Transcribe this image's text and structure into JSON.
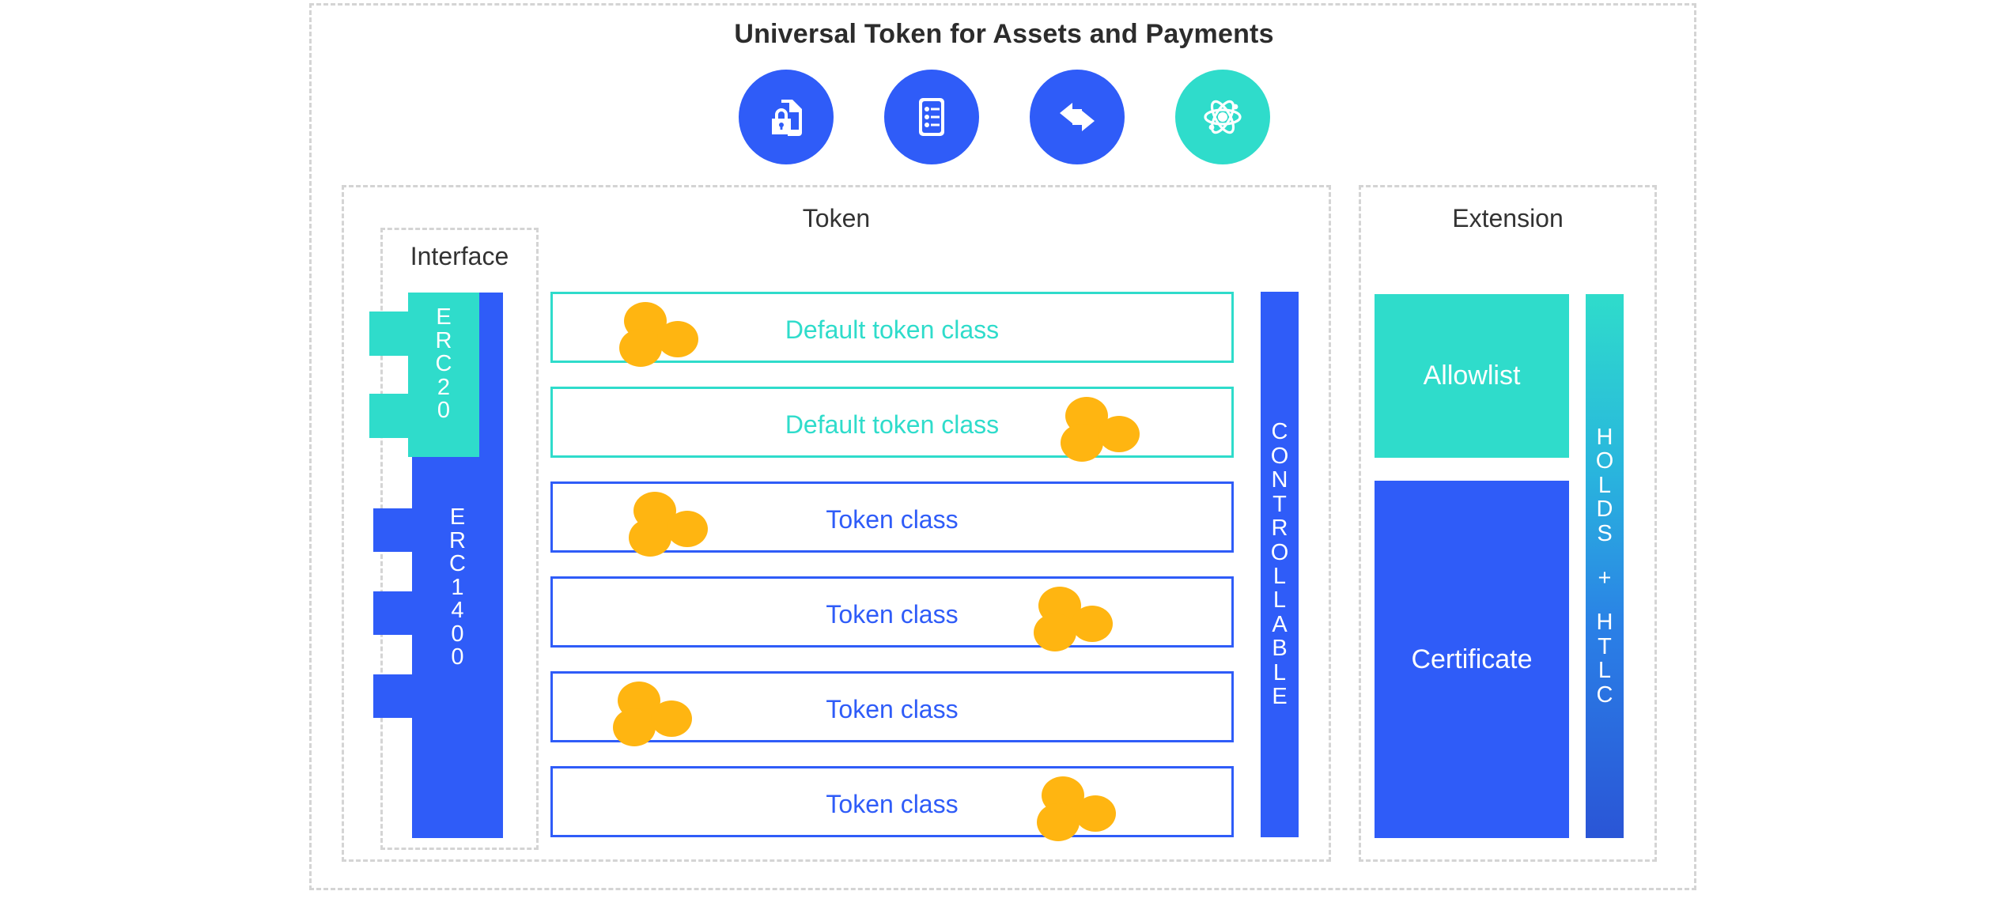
{
  "header": {
    "title": "Universal Token for Assets and Payments",
    "icons": [
      {
        "name": "document-lock-icon",
        "color": "#2f5cf8"
      },
      {
        "name": "checklist-document-icon",
        "color": "#2f5cf8"
      },
      {
        "name": "transfer-arrows-icon",
        "color": "#2f5cf8"
      },
      {
        "name": "atom-icon",
        "color": "#2fdccb"
      }
    ]
  },
  "sections": {
    "token_label": "Token",
    "interface_label": "Interface",
    "extension_label": "Extension"
  },
  "interface": {
    "items": [
      {
        "label": "ERC20",
        "letters": [
          "E",
          "R",
          "C",
          "2",
          "0"
        ],
        "color": "#2fdccb"
      },
      {
        "label": "ERC1400",
        "letters": [
          "E",
          "R",
          "C",
          "1",
          "4",
          "0",
          "0"
        ],
        "color": "#2f5cf8"
      }
    ]
  },
  "token_rows": [
    {
      "label": "Default token class",
      "variant": "teal",
      "dots": "left",
      "color": "#2fdccb"
    },
    {
      "label": "Default token class",
      "variant": "teal",
      "dots": "right",
      "color": "#2fdccb"
    },
    {
      "label": "Token class",
      "variant": "blue",
      "dots": "left",
      "color": "#2f5cf8"
    },
    {
      "label": "Token class",
      "variant": "blue",
      "dots": "right",
      "color": "#2f5cf8"
    },
    {
      "label": "Token class",
      "variant": "blue",
      "dots": "left",
      "color": "#2f5cf8"
    },
    {
      "label": "Token class",
      "variant": "blue",
      "dots": "right",
      "color": "#2f5cf8"
    }
  ],
  "controllable_bar": {
    "label": "CONTROLLABLE",
    "letters": [
      "C",
      "O",
      "N",
      "T",
      "R",
      "O",
      "L",
      "L",
      "A",
      "B",
      "L",
      "E"
    ],
    "color": "#2f5cf8"
  },
  "extension": {
    "boxes": [
      {
        "label": "Allowlist",
        "color": "#2fdccb"
      },
      {
        "label": "Certificate",
        "color": "#2f5cf8"
      }
    ],
    "side_bar": {
      "label": "HOLDS + HTLC",
      "letters": [
        "H",
        "O",
        "L",
        "D",
        "S",
        "+",
        "H",
        "T",
        "L",
        "C"
      ],
      "gradient_from": "#2fdccb",
      "gradient_to": "#2a55d6"
    }
  },
  "palette": {
    "blue": "#2f5cf8",
    "teal": "#2fdccb",
    "orange": "#ffb511",
    "dashed_border": "#d4d4d4",
    "text_dark": "#2c2c2c"
  }
}
